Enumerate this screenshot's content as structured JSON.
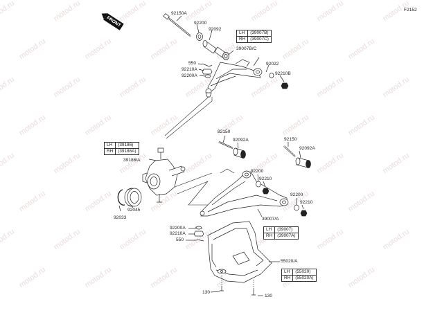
{
  "figure_code": "F2152",
  "front_badge": "FRONT",
  "watermark": "motod.ru",
  "labels": {
    "p92150A": "92150A",
    "p92200_top": "92200",
    "p92092_top": "92092",
    "p39007BC": "39007B/C",
    "p550_top": "550",
    "p92210A_top": "92210A",
    "p92200A_top": "92200A",
    "p92022": "92022",
    "p92210B": "92210B",
    "p92150_l": "92150",
    "p92092A_l": "92092A",
    "p92150_r": "92150",
    "p92092A_r": "92092A",
    "p39186A_lbl": "39186/A",
    "p92200_m": "92200",
    "p92210_m": "92210",
    "p92200_r": "92200",
    "p92210_r": "92210",
    "p92045": "92045",
    "p92033": "92033",
    "p39007A": "39007/A",
    "p92200A_b": "92200A",
    "p92210A_b": "92210A",
    "p550_b": "550",
    "p55020A": "55020/A",
    "p130_l": "130",
    "p130_r": "130"
  },
  "tables": {
    "upper_arm": {
      "lh_side": "LH",
      "lh_part": "(39007B)",
      "rh_side": "RH",
      "rh_part": "(39007C)"
    },
    "knuckle": {
      "lh_side": "LH",
      "lh_part": "(39186)",
      "rh_side": "RH",
      "rh_part": "(39186A)"
    },
    "lower_arm": {
      "lh_side": "LH",
      "lh_part": "(39007)",
      "rh_side": "RH",
      "rh_part": "(39007A)"
    },
    "guard": {
      "lh_side": "LH",
      "lh_part": "(55020)",
      "rh_side": "RH",
      "rh_part": "(55020A)"
    }
  }
}
